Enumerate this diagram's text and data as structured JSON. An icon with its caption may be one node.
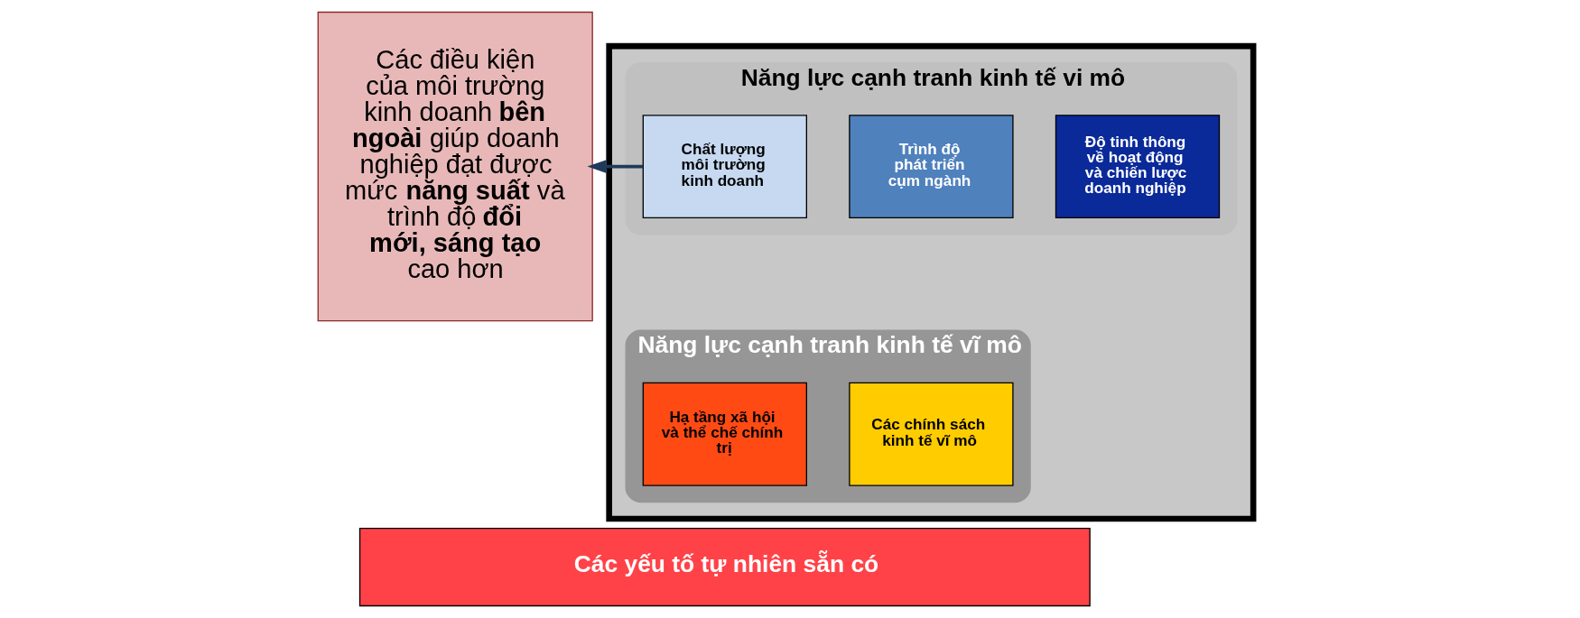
{
  "diagram": {
    "nodes": [
      {
        "text": [
          "Các điều kiện của môi trường kinh doanh **bên ngoài** giúp doanh nghiệp đạt được mức **năng suất** và trình độ **đổi mới, sáng tạo** cao hơn"
        ]
      },
      {
        "text": [],
        "shape": "box"
      },
      {
        "text": [
          "Năng lực cạnh tranh kinh tế vi mô"
        ],
        "in": 1
      },
      {
        "text": [
          "Chất lượng môi trường kinh doanh"
        ],
        "in": 2
      },
      {
        "text": [
          "Trình độ phát triển cụm ngành"
        ],
        "in": 2
      },
      {
        "text": [
          "Độ tinh thông về hoạt động và chiến lược doanh nghiệp"
        ],
        "in": 2
      },
      {
        "text": [
          "Năng lực cạnh tranh kinh tế vĩ mô"
        ],
        "in": 1
      },
      {
        "text": [
          "Hạ tầng xã hội và thể chế chính trị"
        ],
        "in": 6
      },
      {
        "text": [
          "Các chính sách kinh tế vĩ mô"
        ],
        "in": 6
      },
      {
        "text": [
          "Các yếu tố tự nhiên sẵn có"
        ]
      }
    ],
    "edges": [
      {
        "from": 3,
        "to": 0,
        "arrow": "to"
      }
    ]
  }
}
